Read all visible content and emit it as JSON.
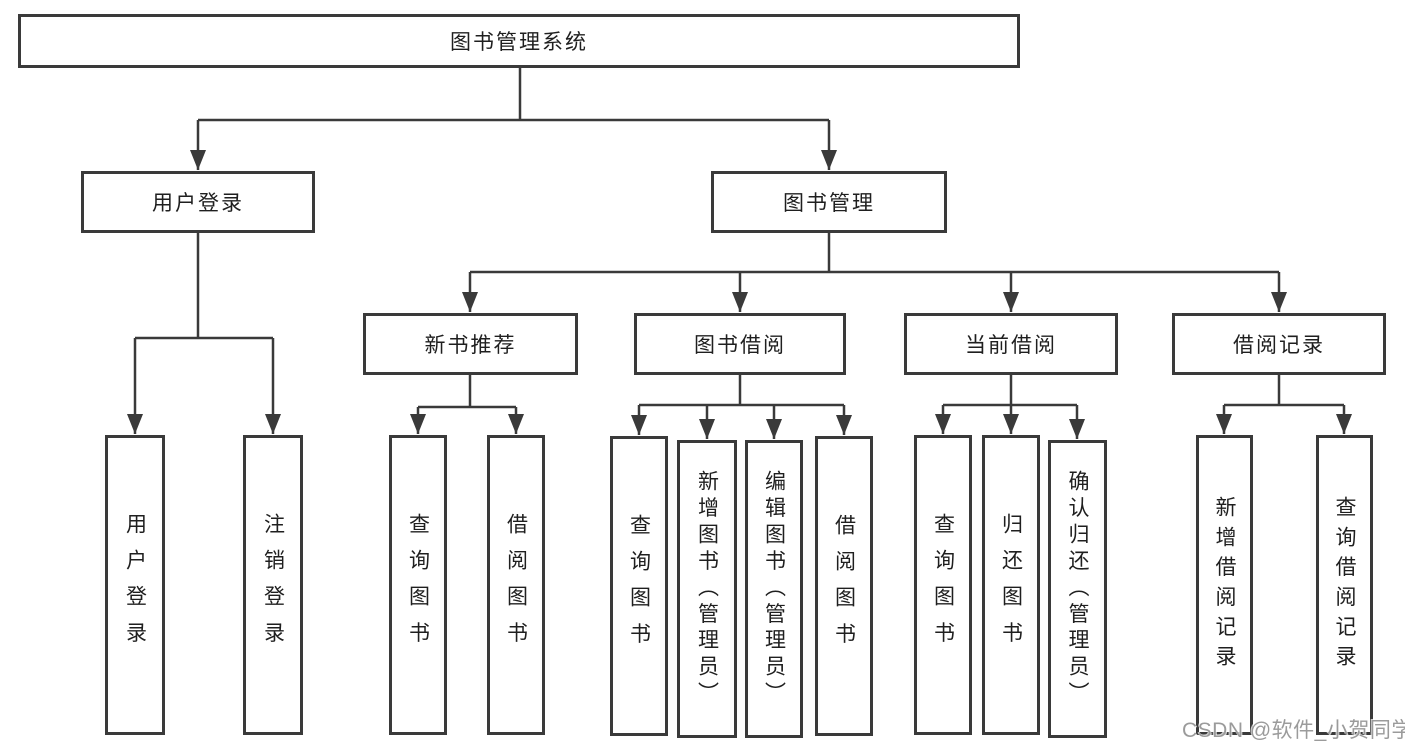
{
  "tree": {
    "label": "图书管理系统",
    "children": [
      {
        "label": "用户登录",
        "children": [
          {
            "label": "用户登录"
          },
          {
            "label": "注销登录"
          }
        ]
      },
      {
        "label": "图书管理",
        "children": [
          {
            "label": "新书推荐",
            "children": [
              {
                "label": "查询图书"
              },
              {
                "label": "借阅图书"
              }
            ]
          },
          {
            "label": "图书借阅",
            "children": [
              {
                "label": "查询图书"
              },
              {
                "label": "新增图书（管理员）"
              },
              {
                "label": "编辑图书（管理员）"
              },
              {
                "label": "借阅图书"
              }
            ]
          },
          {
            "label": "当前借阅",
            "children": [
              {
                "label": "查询图书"
              },
              {
                "label": "归还图书"
              },
              {
                "label": "确认归还（管理员）"
              }
            ]
          },
          {
            "label": "借阅记录",
            "children": [
              {
                "label": "新增借阅记录"
              },
              {
                "label": "查询借阅记录"
              }
            ]
          }
        ]
      }
    ]
  },
  "watermark": {
    "text": "CSDN @软件_小贺同学",
    "color": "#9b9b9b"
  },
  "colors": {
    "line": "#3a3a3a",
    "box_border": "#3a3a3a",
    "box_fill": "#ffffff",
    "text": "#1f1f1f",
    "background": "#ffffff"
  }
}
